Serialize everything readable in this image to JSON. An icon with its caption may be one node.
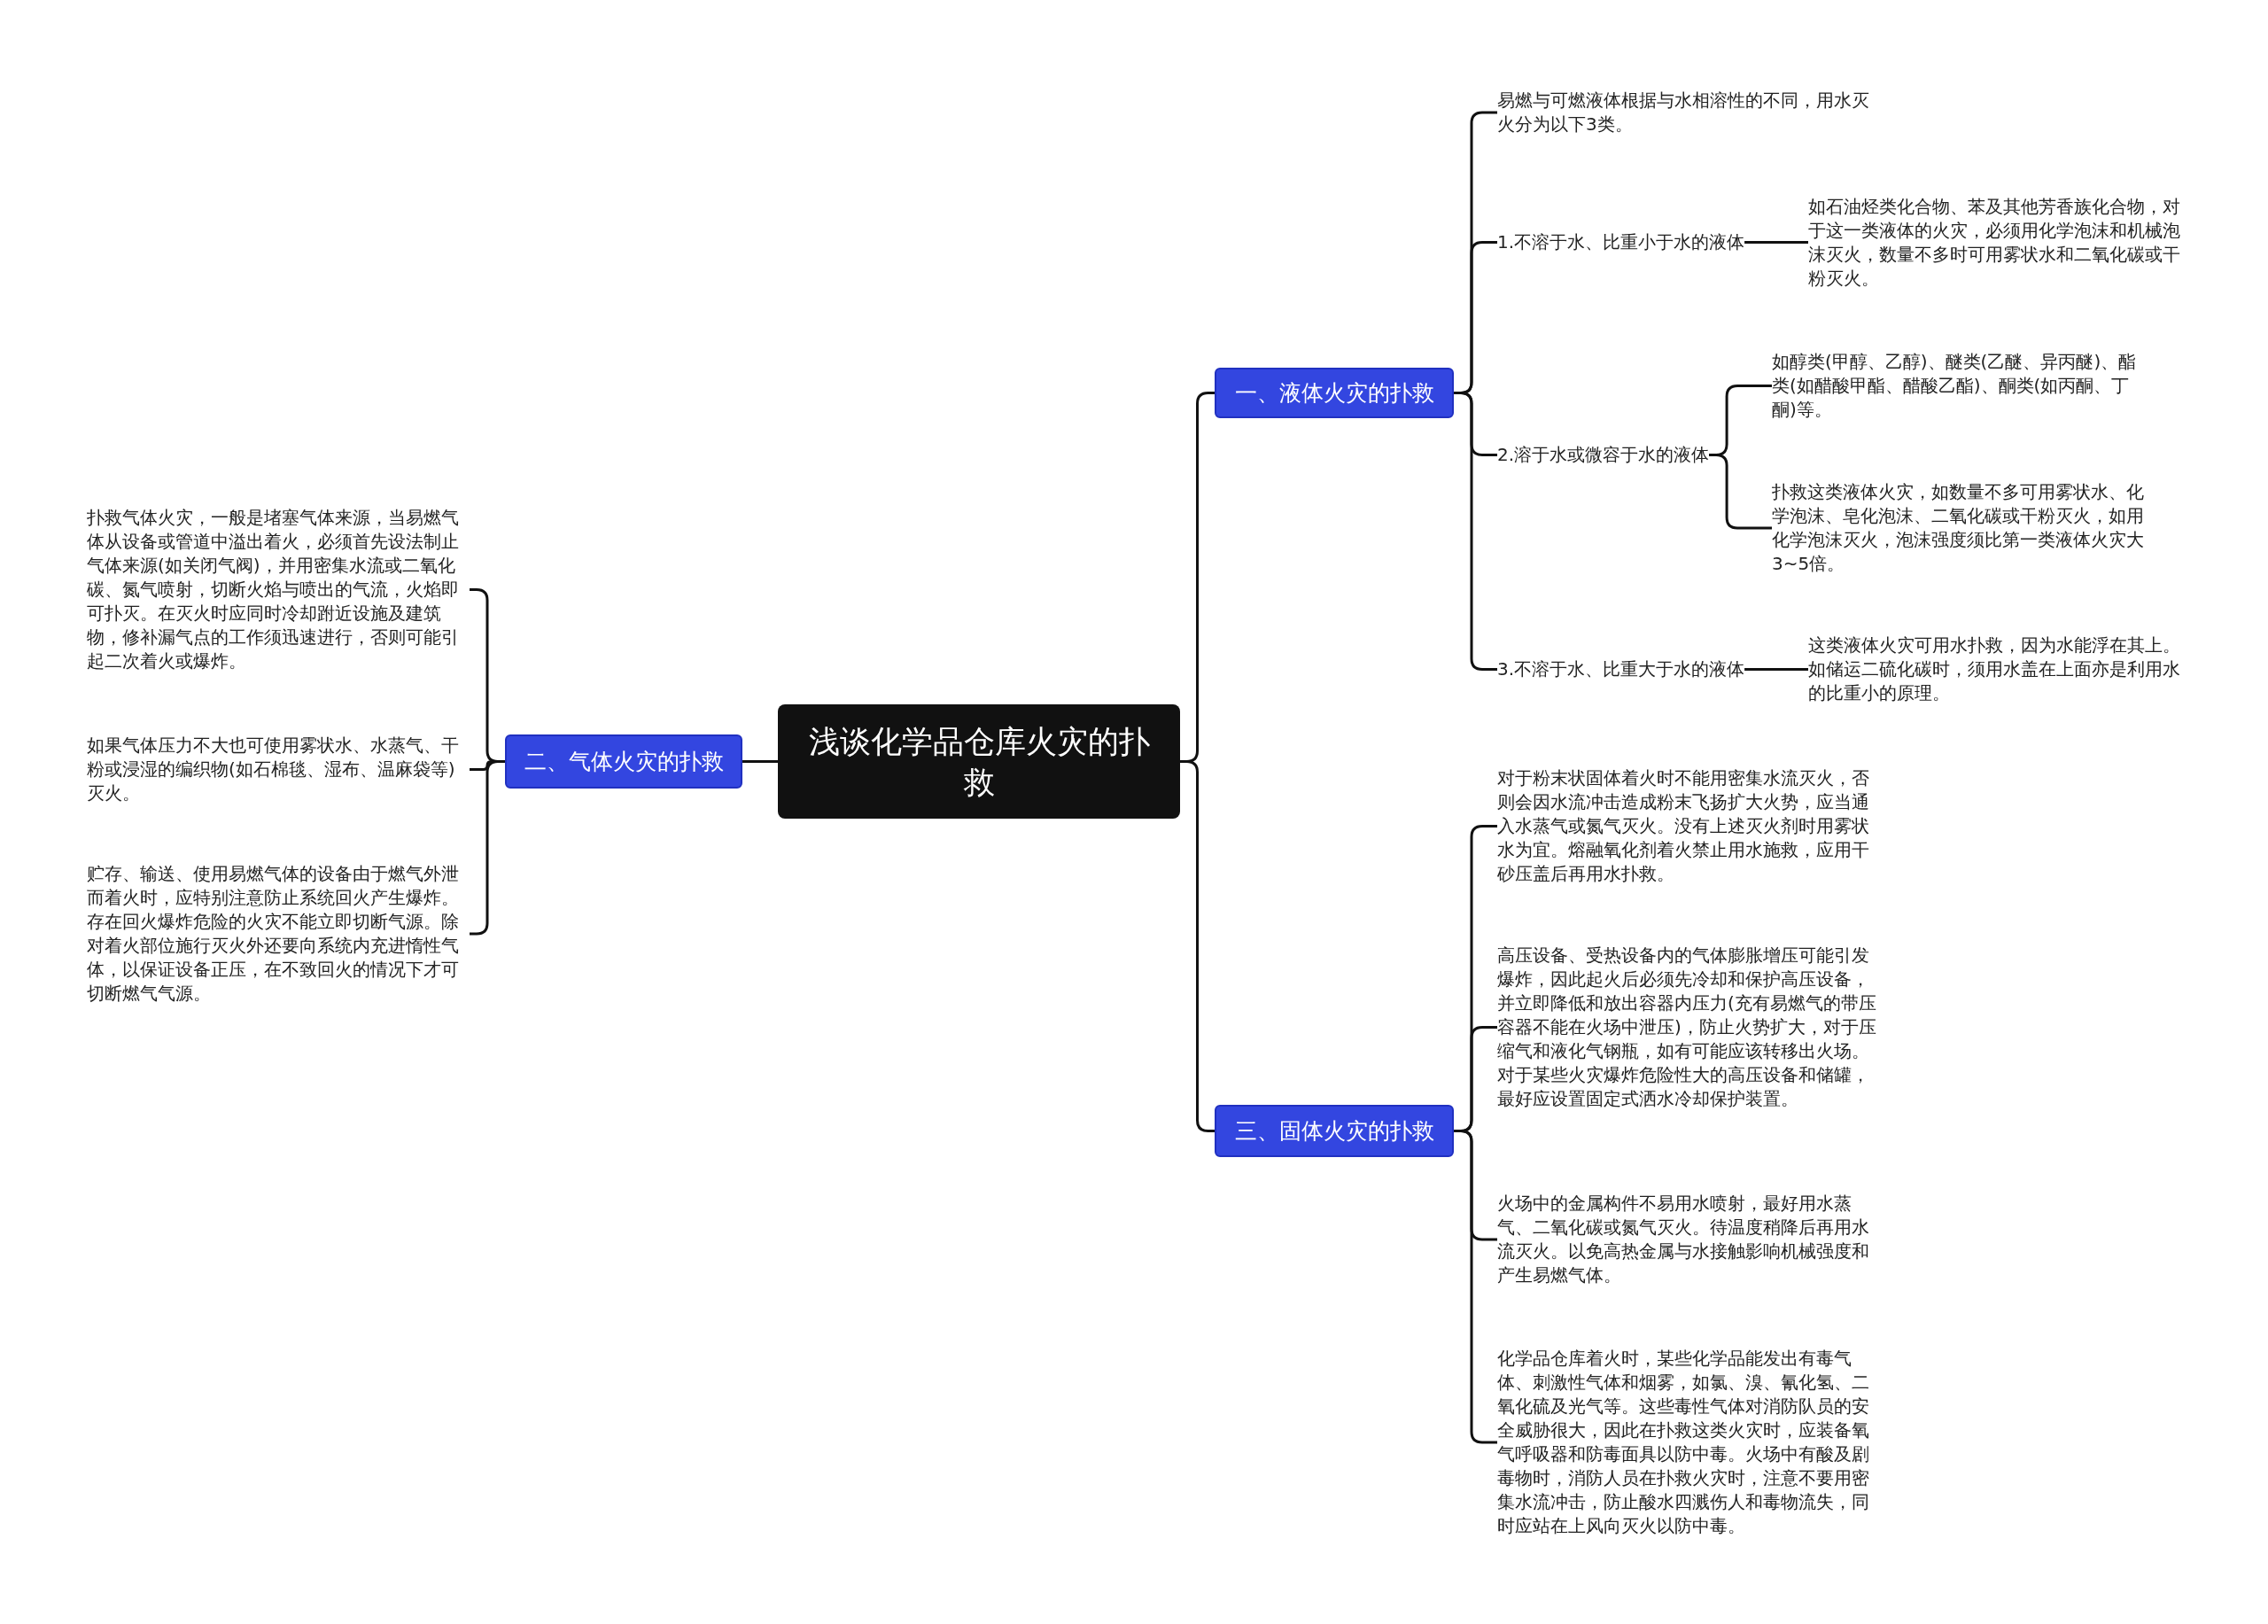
{
  "diagram": {
    "nodes": [
      {
        "text": [
          "浅谈化学品仓库火灾的扑救"
        ]
      },
      {
        "text": [
          "一、液体火灾的扑救"
        ]
      },
      {
        "text": [
          "易燃与可燃液体根据与水相溶性的不同，用水灭火分为以下3类。"
        ]
      },
      {
        "text": [
          "1.不溶于水、比重小于水的液体"
        ]
      },
      {
        "text": [
          "如石油烃类化合物、苯及其他芳香族化合物，对于这一类液体的火灾，必须用化学泡沫和机械泡沫灭火，数量不多时可用雾状水和二氧化碳或干粉灭火。"
        ]
      },
      {
        "text": [
          "2.溶于水或微容于水的液体"
        ]
      },
      {
        "text": [
          "如醇类(甲醇、乙醇)、醚类(乙醚、异丙醚)、酯类(如醋酸甲酯、醋酸乙酯)、酮类(如丙酮、丁酮)等。"
        ]
      },
      {
        "text": [
          "扑救这类液体火灾，如数量不多可用雾状水、化学泡沫、皂化泡沫、二氧化碳或干粉灭火，如用化学泡沫灭火，泡沫强度须比第一类液体火灾大3~5倍。"
        ]
      },
      {
        "text": [
          "3.不溶于水、比重大于水的液体"
        ]
      },
      {
        "text": [
          "这类液体火灾可用水扑救，因为水能浮在其上。如储运二硫化碳时，须用水盖在上面亦是利用水的比重小的原理。"
        ]
      },
      {
        "text": [
          "二、气体火灾的扑救"
        ]
      },
      {
        "text": [
          "扑救气体火灾，一般是堵塞气体来源，当易燃气体从设备或管道中溢出着火，必须首先设法制止气体来源(如关闭气阀)，并用密集水流或二氧化碳、氮气喷射，切断火焰与喷出的气流，火焰即可扑灭。在灭火时应同时冷却跗近设施及建筑物，修补漏气点的工作须迅速进行，否则可能引起二次着火或爆炸。"
        ]
      },
      {
        "text": [
          "如果气体压力不大也可使用雾状水、水蒸气、干粉或浸湿的编织物(如石棉毯、湿布、温麻袋等)灭火。"
        ]
      },
      {
        "text": [
          "贮存、输送、使用易燃气体的设备由于燃气外泄而着火时，应特别注意防止系统回火产生爆炸。存在回火爆炸危险的火灾不能立即切断气源。除对着火部位施行灭火外还要向系统内充进惰性气体，以保证设备正压，在不致回火的情况下才可切断燃气气源。"
        ]
      },
      {
        "text": [
          "三、固体火灾的扑救"
        ]
      },
      {
        "text": [
          "对于粉末状固体着火时不能用密集水流灭火，否则会因水流冲击造成粉末飞扬扩大火势，应当通入水蒸气或氮气灭火。没有上述灭火剂时用雾状水为宜。熔融氧化剂着火禁止用水施救，应用干砂压盖后再用水扑救。"
        ]
      },
      {
        "text": [
          "高压设备、受热设备内的气体膨胀增压可能引发爆炸，因此起火后必须先冷却和保护高压设备，并立即降低和放出容器内压力(充有易燃气的带压容器不能在火场中泄压)，防止火势扩大，对于压缩气和液化气钢瓶，如有可能应该转移出火场。对于某些火灾爆炸危险性大的高压设备和储罐，最好应设置固定式洒水冷却保护装置。"
        ]
      },
      {
        "text": [
          "火场中的金属构件不易用水喷射，最好用水蒸气、二氧化碳或氮气灭火。待温度稍降后再用水流灭火。以免高热金属与水接触影响机械强度和产生易燃气体。"
        ]
      },
      {
        "text": [
          "化学品仓库着火时，某些化学品能发出有毒气体、刺激性气体和烟雾，如氯、溴、氰化氢、二氧化硫及光气等。这些毒性气体对消防队员的安全威胁很大，因此在扑救这类火灾时，应装备氧气呼吸器和防毒面具以防中毒。火场中有酸及剧毒物时，消防人员在扑救火灾时，注意不要用密集水流冲击，防止酸水四溅伤人和毒物流失，同时应站在上风向灭火以防中毒。"
        ]
      }
    ],
    "edges": [
      {
        "from": 0,
        "to": 1,
        "arrow": "none"
      },
      {
        "from": 0,
        "to": 10,
        "arrow": "none"
      },
      {
        "from": 0,
        "to": 14,
        "arrow": "none"
      },
      {
        "from": 1,
        "to": 2,
        "arrow": "none"
      },
      {
        "from": 1,
        "to": 3,
        "arrow": "none"
      },
      {
        "from": 1,
        "to": 5,
        "arrow": "none"
      },
      {
        "from": 1,
        "to": 8,
        "arrow": "none"
      },
      {
        "from": 3,
        "to": 4,
        "arrow": "none"
      },
      {
        "from": 5,
        "to": 6,
        "arrow": "none"
      },
      {
        "from": 5,
        "to": 7,
        "arrow": "none"
      },
      {
        "from": 8,
        "to": 9,
        "arrow": "none"
      },
      {
        "from": 10,
        "to": 11,
        "arrow": "none"
      },
      {
        "from": 10,
        "to": 12,
        "arrow": "none"
      },
      {
        "from": 10,
        "to": 13,
        "arrow": "none"
      },
      {
        "from": 14,
        "to": 15,
        "arrow": "none"
      },
      {
        "from": 14,
        "to": 16,
        "arrow": "none"
      },
      {
        "from": 14,
        "to": 17,
        "arrow": "none"
      },
      {
        "from": 14,
        "to": 18,
        "arrow": "none"
      }
    ]
  }
}
